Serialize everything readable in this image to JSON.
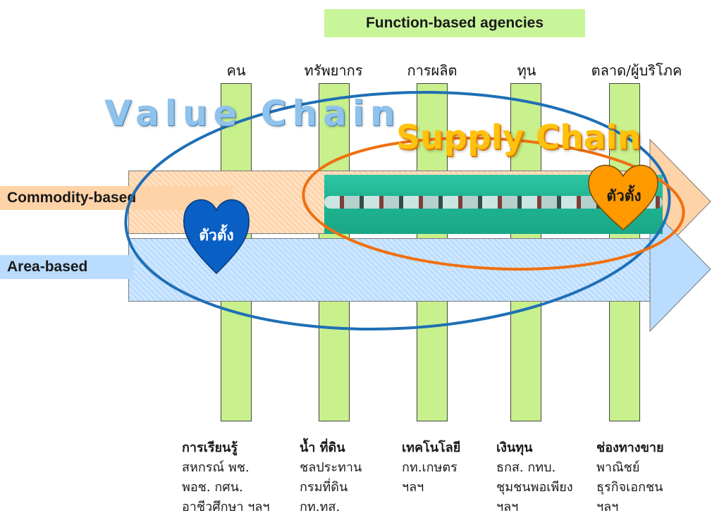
{
  "title": "Function-based agencies",
  "columns": [
    {
      "head": "คน",
      "foot_title": "การเรียนรู้",
      "foot_lines": [
        "สหกรณ์ พช.",
        "พอช. กศน.",
        "อาชีวศึกษา ฯลฯ"
      ]
    },
    {
      "head": "ทรัพยากร",
      "foot_title": "น้ำ ที่ดิน",
      "foot_lines": [
        "ชลประทาน",
        "กรมที่ดิน",
        "กท.ทส."
      ]
    },
    {
      "head": "การผลิต",
      "foot_title": "เทคโนโลยี",
      "foot_lines": [
        "กท.เกษตร",
        "ฯลฯ"
      ]
    },
    {
      "head": "ทุน",
      "foot_title": "เงินทุน",
      "foot_lines": [
        "ธกส. กทบ.",
        "ชุมชนพอเพียง",
        "ฯลฯ"
      ]
    },
    {
      "head": "ตลาด/ผู้บริโภค",
      "foot_title": "ช่องทางขาย",
      "foot_lines": [
        "พาณิชย์",
        "ธุรกิจเอกชน",
        "ฯลฯ"
      ]
    }
  ],
  "rows": {
    "commodity": "Commodity-based",
    "area": "Area-based"
  },
  "overlays": {
    "value_chain": "Value Chain",
    "supply_chain": "Supply Chain"
  },
  "hearts": {
    "blue": "ตัวตั้ง",
    "orange": "ตัวตั้ง"
  },
  "colors": {
    "pillar": "#c8f08c",
    "commodity": "#ffd3a8",
    "area": "#b9dcff",
    "value_ellipse": "#1f6fb5",
    "supply_ellipse": "#f07010",
    "heart_blue": "#0a5fc4",
    "heart_orange": "#ff9900"
  }
}
